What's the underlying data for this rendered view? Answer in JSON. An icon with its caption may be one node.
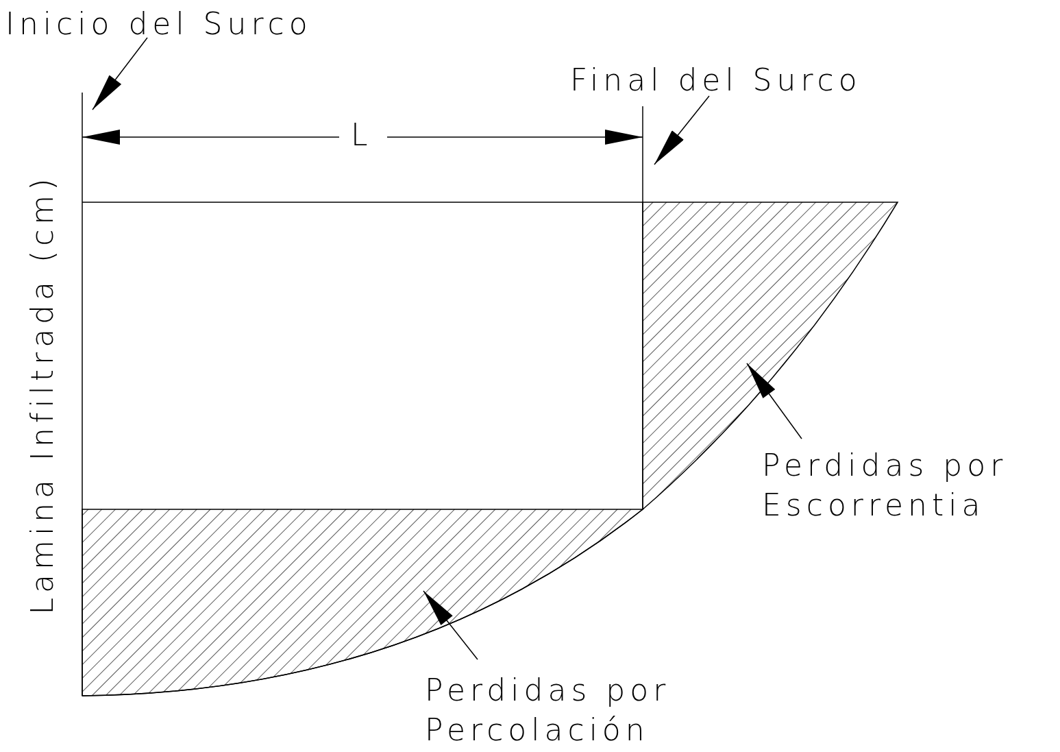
{
  "diagram": {
    "nodes": [
      {
        "text": [
          "Inicio del Surco"
        ]
      },
      {
        "text": [
          "Final del Surco"
        ]
      },
      {
        "text": [
          "Perdidas por Escorrentia"
        ]
      },
      {
        "text": [
          "Perdidas por Percolación"
        ]
      },
      {
        "text": [],
        "shape": "area"
      },
      {
        "text": [],
        "shape": "area"
      }
    ],
    "edges": [
      {
        "from": 0,
        "to": null,
        "arrow": "to"
      },
      {
        "from": 1,
        "to": null,
        "arrow": "to"
      },
      {
        "from": 2,
        "to": 4,
        "arrow": "to"
      },
      {
        "from": 3,
        "to": 5,
        "arrow": "to"
      }
    ],
    "labels": [
      "L",
      "Lamina Infiltrada (cm)"
    ]
  }
}
